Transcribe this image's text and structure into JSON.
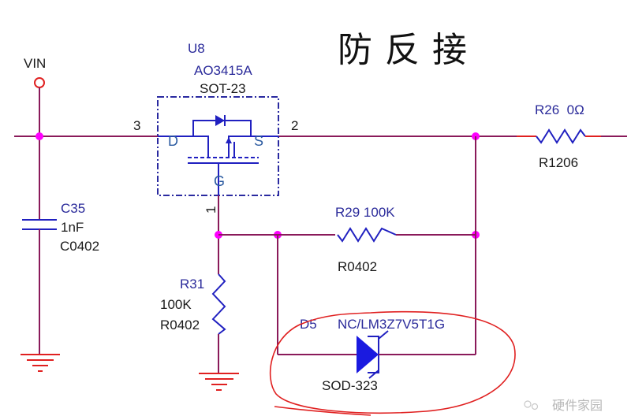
{
  "title": "防反接",
  "net_label": "VIN",
  "components": {
    "u8": {
      "ref": "U8",
      "part": "AO3415A",
      "package": "SOT-23",
      "pin_d_label": "D",
      "pin_s_label": "S",
      "pin_g_label": "G",
      "pin_3": "3",
      "pin_2": "2",
      "pin_1": "1"
    },
    "c35": {
      "ref": "C35",
      "value": "1nF",
      "package": "C0402"
    },
    "r26": {
      "ref_value": "R26  0Ω",
      "package": "R1206"
    },
    "r29": {
      "ref_value": "R29 100K",
      "package": "R0402"
    },
    "r31": {
      "ref": "R31",
      "value": "100K",
      "package": "R0402"
    },
    "d5": {
      "ref": "D5",
      "part": "NC/LM3Z7V5T1G",
      "package": "SOD-323"
    }
  },
  "watermark": "硬件家园",
  "colors": {
    "wire": "#8a1a5a",
    "component": "#2020c0",
    "junction": "#ff00ff",
    "annotation": "#e02020"
  }
}
